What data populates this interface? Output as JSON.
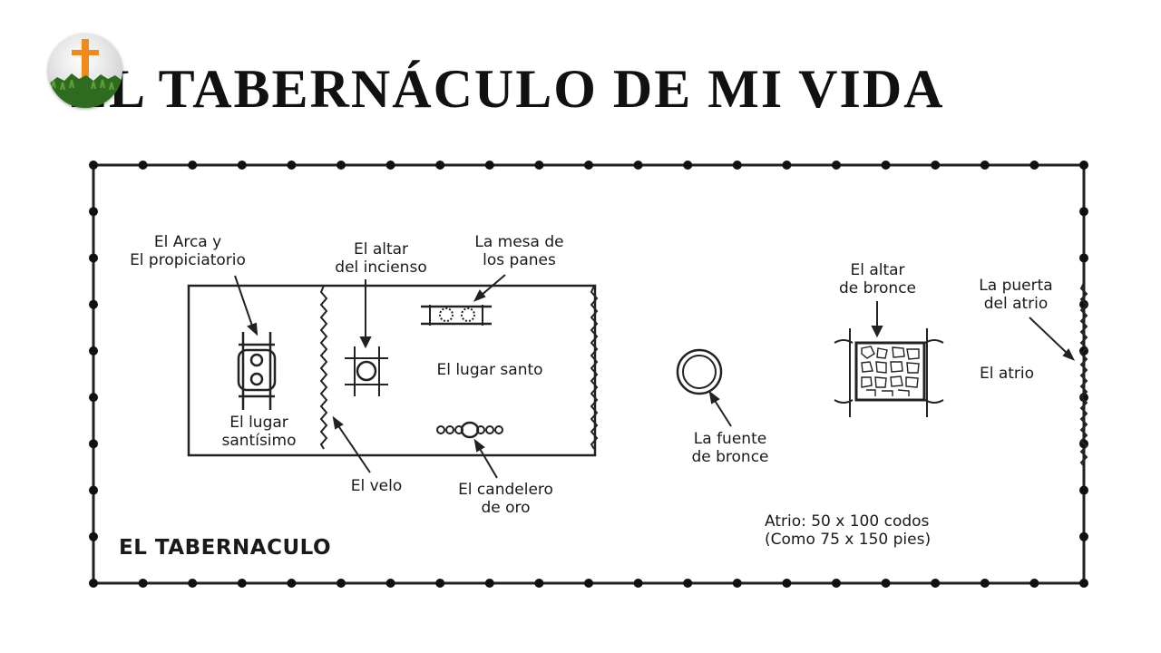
{
  "header": {
    "title": "EL TABERNÁCULO DE MI VIDA",
    "logo_icon": "cross-on-hill-icon"
  },
  "diagram": {
    "caption": "EL TABERNACULO",
    "labels": {
      "arca": "El Arca y\nEl propiciatorio",
      "altar_incienso": "El altar\ndel incienso",
      "mesa_panes": "La mesa de\nlos panes",
      "lugar_santo": "El lugar santo",
      "lugar_santisimo": "El lugar\nsantísimo",
      "velo": "El velo",
      "candelero": "El candelero\nde oro",
      "fuente": "La fuente\nde bronce",
      "altar_bronce": "El altar\nde bronce",
      "puerta_atrio": "La puerta\ndel atrio",
      "atrio": "El atrio",
      "dimensions": "Atrio: 50 x 100 codos\n(Como 75 x 150 pies)"
    }
  }
}
